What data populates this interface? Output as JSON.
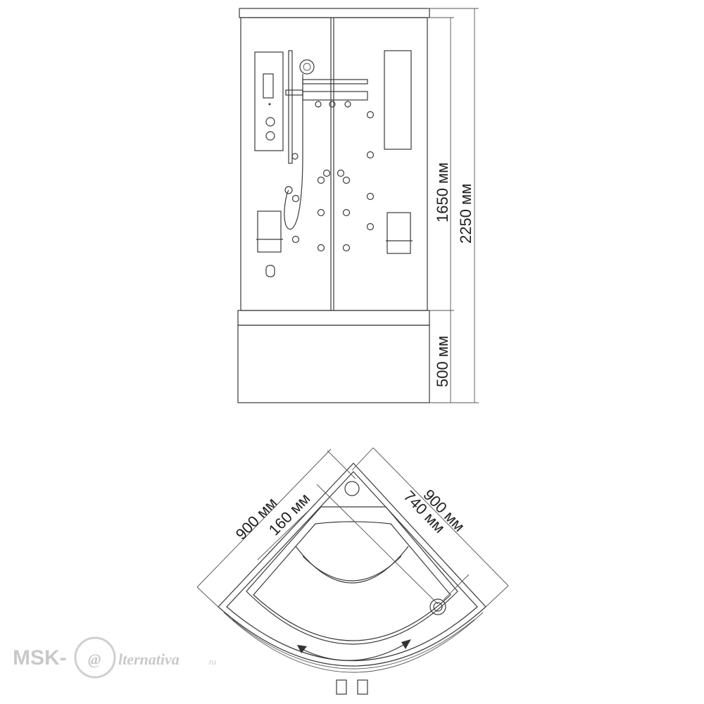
{
  "front_view": {
    "dim_upper": "1650 мм",
    "dim_total": "2250 мм",
    "dim_base": "500 мм"
  },
  "top_view": {
    "dim_left_side": "900 мм",
    "dim_corner": "160 мм",
    "dim_right_side": "900 мм",
    "dim_inner": "740 мм"
  },
  "watermark": {
    "brand_prefix": "MSK-",
    "brand_mark": "@",
    "brand_suffix": "lternativa",
    "domain": ".ru"
  },
  "colors": {
    "line": "#3a3a3a",
    "watermark": "#c9c9c9"
  }
}
